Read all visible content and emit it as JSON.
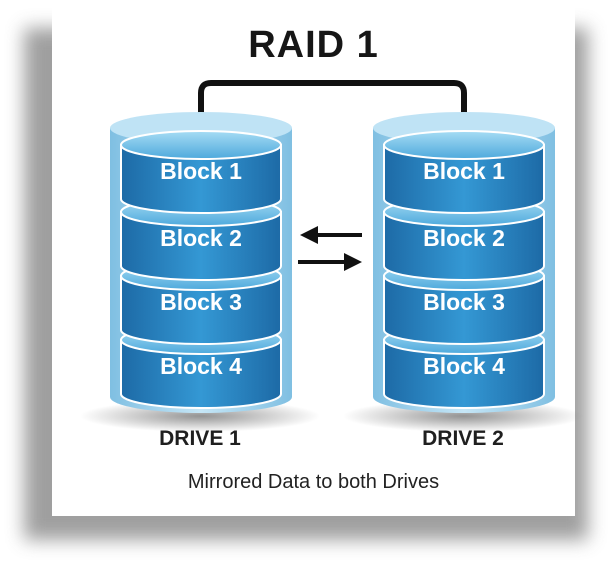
{
  "title": "RAID 1",
  "drives": [
    {
      "label": "DRIVE 1",
      "blocks": [
        "Block 1",
        "Block 2",
        "Block 3",
        "Block 4"
      ]
    },
    {
      "label": "DRIVE 2",
      "blocks": [
        "Block 1",
        "Block 2",
        "Block 3",
        "Block 4"
      ]
    }
  ],
  "caption": "Mirrored Data to both Drives",
  "colors": {
    "disk_top": "#8fd0ef",
    "disk_body": "#2f8fca",
    "disk_dark": "#1b5f95",
    "outline": "#ffffff",
    "cylinder": "#a9d6ef",
    "connector": "#111111"
  }
}
